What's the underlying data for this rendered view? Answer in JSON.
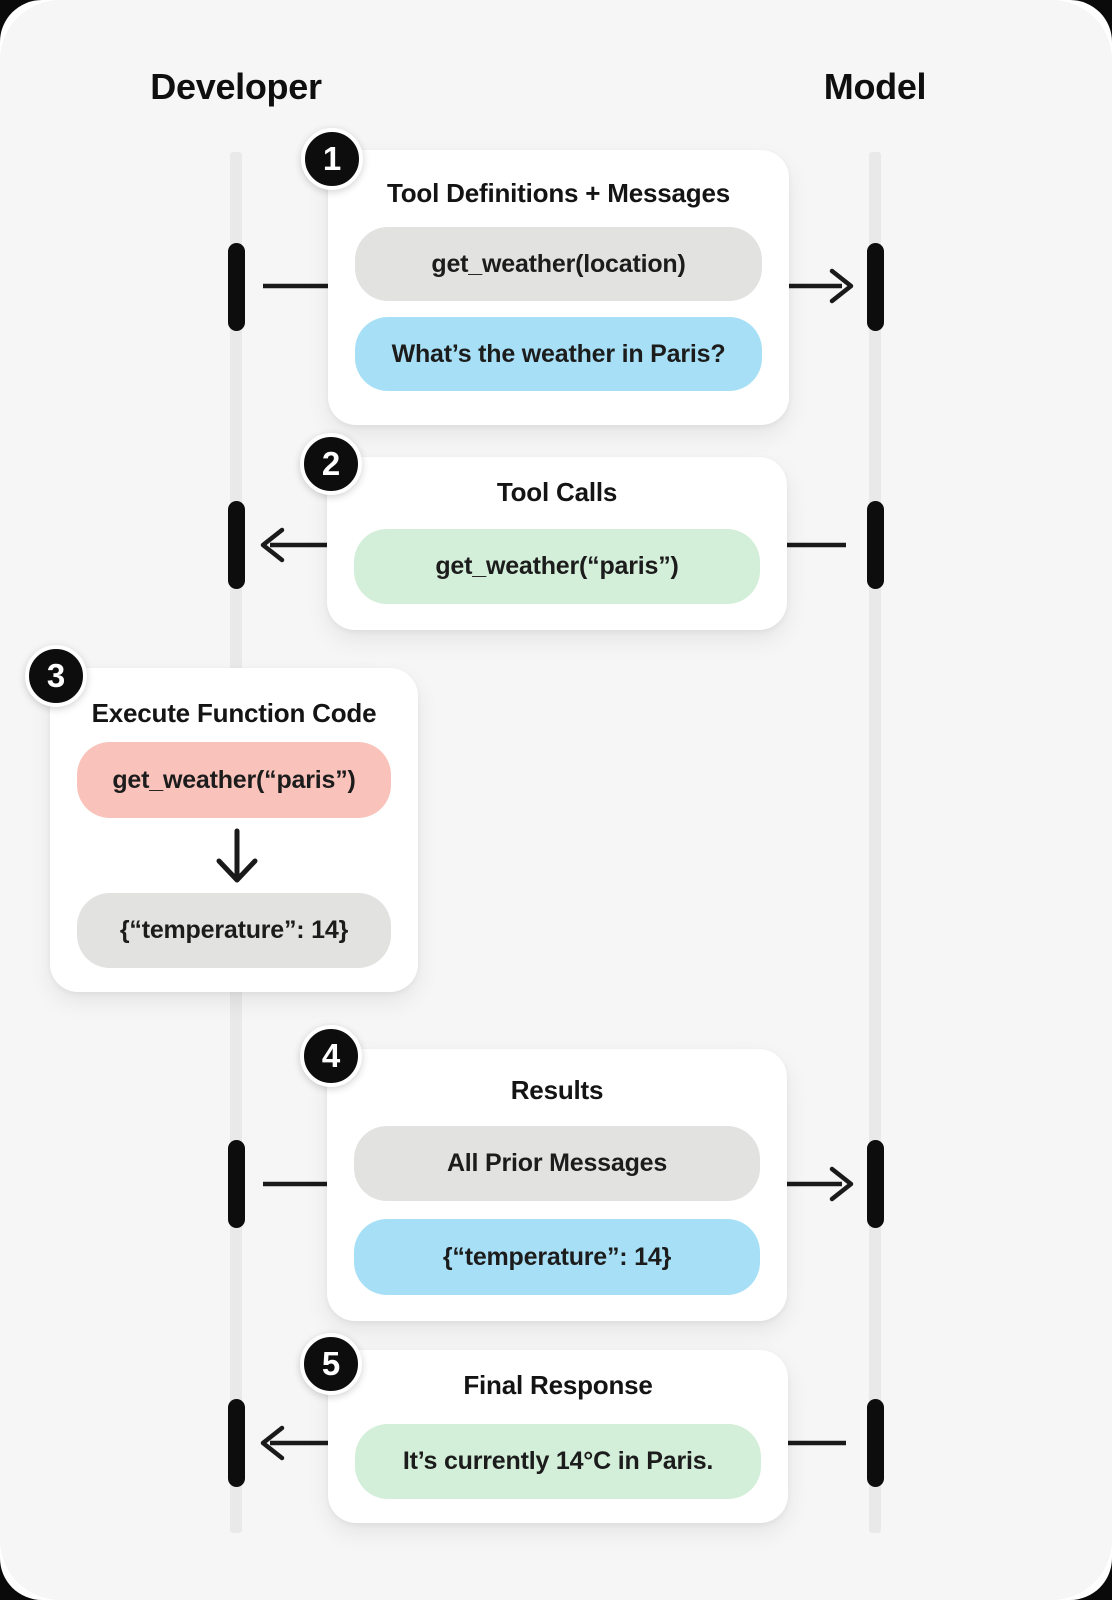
{
  "diagram": {
    "actors": [
      {
        "id": "developer",
        "label": "Developer"
      },
      {
        "id": "model",
        "label": "Model"
      }
    ],
    "steps": [
      {
        "number": "1",
        "title": "Tool Definitions + Messages",
        "direction": "developer-to-model",
        "pills": [
          {
            "text": "get_weather(location)",
            "color": "gray"
          },
          {
            "text": "What’s the weather in Paris?",
            "color": "blue"
          }
        ]
      },
      {
        "number": "2",
        "title": "Tool Calls",
        "direction": "model-to-developer",
        "pills": [
          {
            "text": "get_weather(“paris”)",
            "color": "green"
          }
        ]
      },
      {
        "number": "3",
        "title": "Execute Function Code",
        "direction": "internal-down-arrow",
        "pills": [
          {
            "text": "get_weather(“paris”)",
            "color": "red"
          },
          {
            "text": "{“temperature”: 14}",
            "color": "gray"
          }
        ]
      },
      {
        "number": "4",
        "title": "Results",
        "direction": "developer-to-model",
        "pills": [
          {
            "text": "All Prior Messages",
            "color": "gray"
          },
          {
            "text": "{“temperature”: 14}",
            "color": "blue"
          }
        ]
      },
      {
        "number": "5",
        "title": "Final Response",
        "direction": "model-to-developer",
        "pills": [
          {
            "text": "It’s currently 14°C in Paris.",
            "color": "green"
          }
        ]
      }
    ],
    "colors": {
      "panel_background": "#f6f6f6",
      "card_background": "#ffffff",
      "lifeline": "#e9e9e9",
      "activation_bar": "#0d0d0d",
      "gray_pill": "#e2e2e1",
      "blue_pill": "#a7e0f6",
      "green_pill": "#d3eed9",
      "red_pill": "#f9c3bb",
      "ink": "#141414"
    }
  }
}
